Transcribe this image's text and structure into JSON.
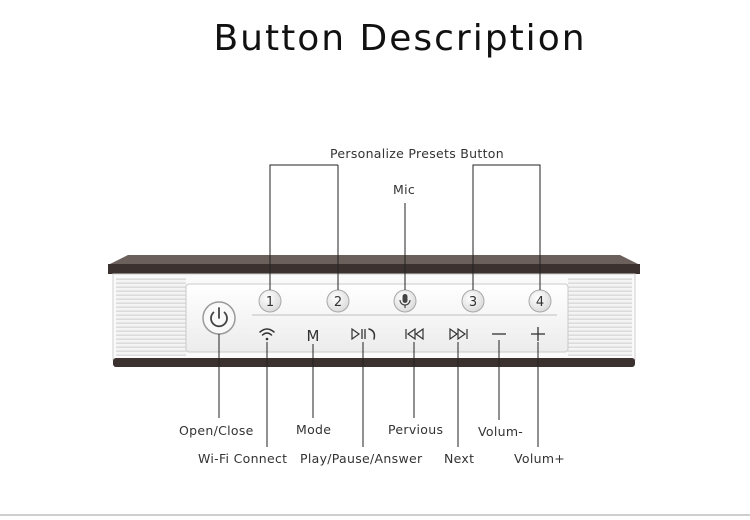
{
  "title": "Button Description",
  "callouts": {
    "personalize_presets": "Personalize Presets Button",
    "mic": "Mic",
    "open_close": "Open/Close",
    "wifi_connect": "Wi-Fi Connect",
    "mode": "Mode",
    "play_pause_answer": "Play/Pause/Answer",
    "previous": "Pervious",
    "next": "Next",
    "volume_down": "Volum-",
    "volume_up": "Volum+"
  },
  "preset_buttons": [
    "1",
    "2",
    "3",
    "4"
  ],
  "mode_glyph": "M",
  "icons": [
    "power-icon",
    "wifi-icon",
    "play-pause-answer-icon",
    "previous-icon",
    "next-icon",
    "minus-icon",
    "plus-icon",
    "mic-icon"
  ],
  "colors": {
    "device_top": "#3b3230",
    "device_body": "#f6f6f6",
    "line": "#222222"
  }
}
